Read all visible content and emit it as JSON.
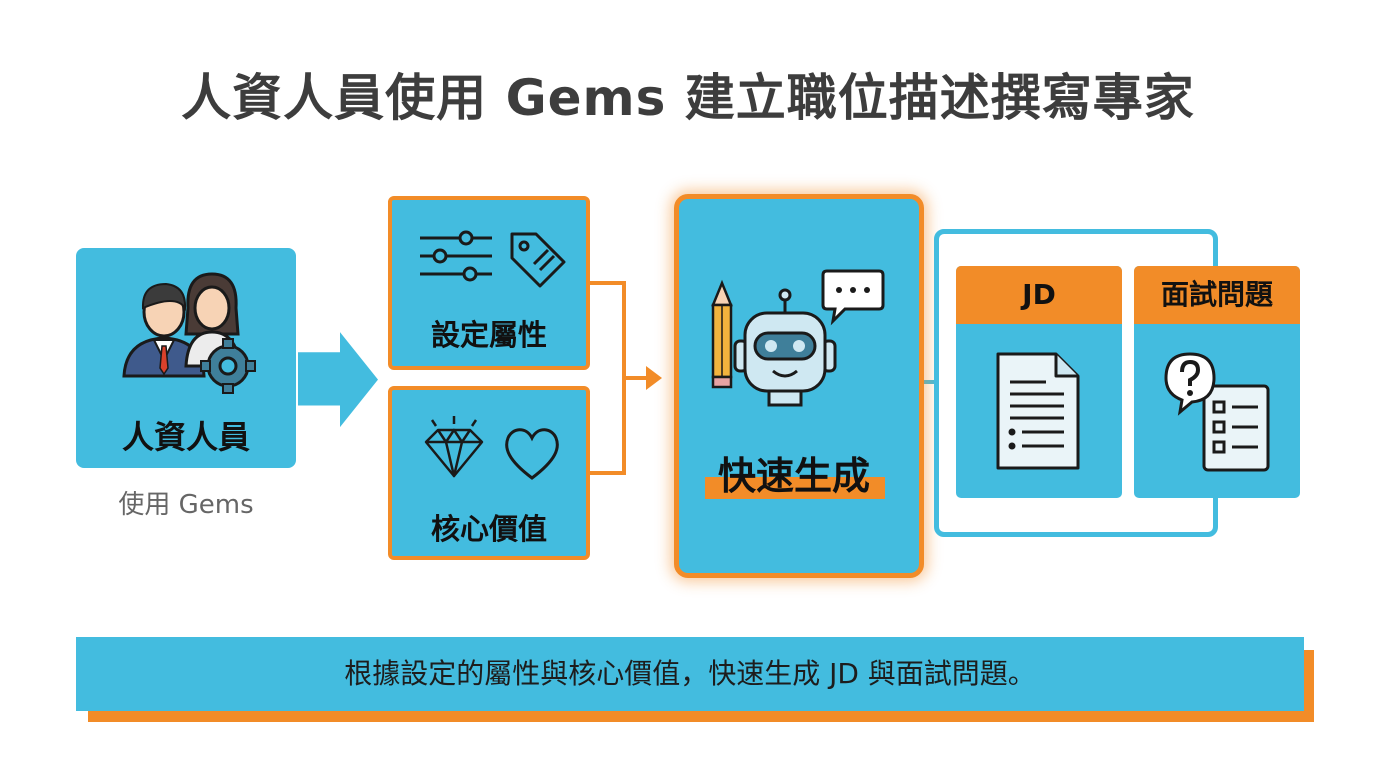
{
  "title": "人資人員使用 Gems 建立職位描述撰寫專家",
  "actor": {
    "label": "人資人員",
    "subtitle": "使用 Gems",
    "icons": [
      "people-icon",
      "gear-icon"
    ]
  },
  "inputs": [
    {
      "label": "設定屬性",
      "icons": [
        "sliders-icon",
        "tag-icon"
      ]
    },
    {
      "label": "核心價值",
      "icons": [
        "diamond-icon",
        "heart-icon"
      ]
    }
  ],
  "generator": {
    "label": "快速生成",
    "icons": [
      "pencil-icon",
      "robot-icon",
      "speech-bubble-icon"
    ]
  },
  "outputs": [
    {
      "label": "JD",
      "icon": "document-icon"
    },
    {
      "label": "面試問題",
      "icon": "question-checklist-icon"
    }
  ],
  "summary": "根據設定的屬性與核心價值，快速生成 JD 與面試問題。",
  "colors": {
    "accent_blue": "#43bcdf",
    "accent_orange": "#f28c28",
    "text_dark": "#3d3d3d"
  }
}
